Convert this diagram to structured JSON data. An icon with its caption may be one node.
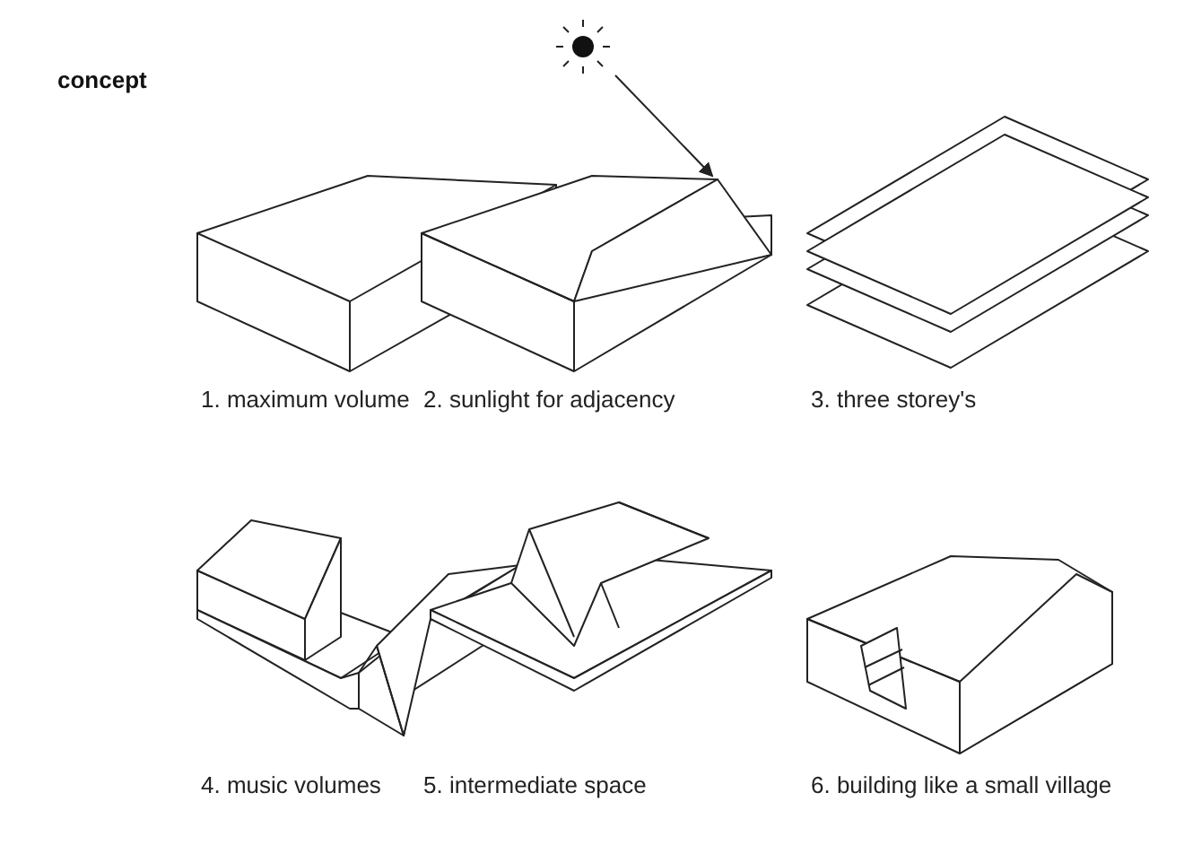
{
  "diagram": {
    "title": "concept",
    "labels": [
      "1. maximum volume",
      "2. sunlight for adjacency",
      "3. three storey's",
      "4. music volumes",
      "5. intermediate space",
      "6. building like a small village"
    ]
  }
}
